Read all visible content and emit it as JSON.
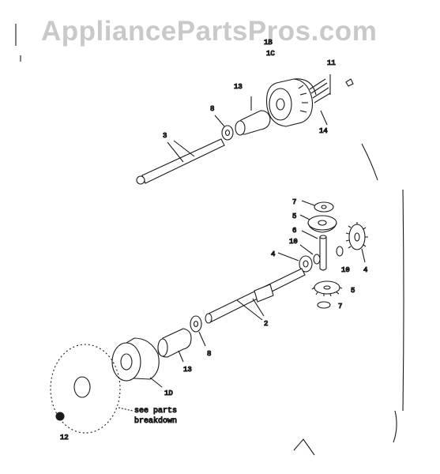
{
  "watermark": "AppliancePartsPros.com",
  "labels": {
    "1b": "1B",
    "1c": "1C",
    "11": "11",
    "13_top": "13",
    "8_top": "8",
    "14": "14",
    "3": "3",
    "7_top": "7",
    "5_top": "5",
    "6": "6",
    "10_left": "10",
    "10_right": "10",
    "4_left": "4",
    "4_right": "4",
    "5_bottom": "5",
    "7_bottom": "7",
    "2": "2",
    "8_bottom": "8",
    "13_bottom": "13",
    "1d": "1D",
    "12": "12",
    "see_parts_1": "see parts",
    "see_parts_2": "breakdown"
  }
}
